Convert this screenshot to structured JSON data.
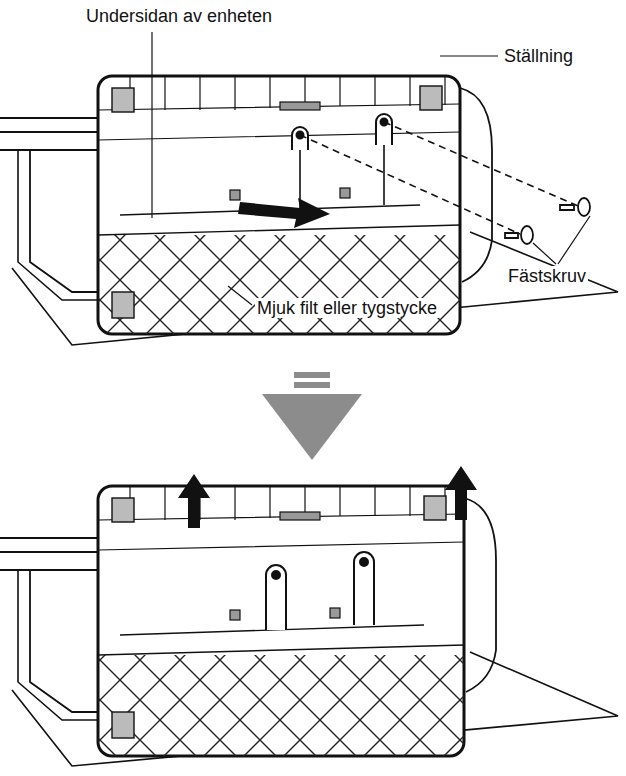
{
  "diagram": {
    "labels": [
      "Undersidan av enheten",
      "Ställning",
      "Fästskruv",
      "Mjuk filt eller tygstycke"
    ]
  }
}
